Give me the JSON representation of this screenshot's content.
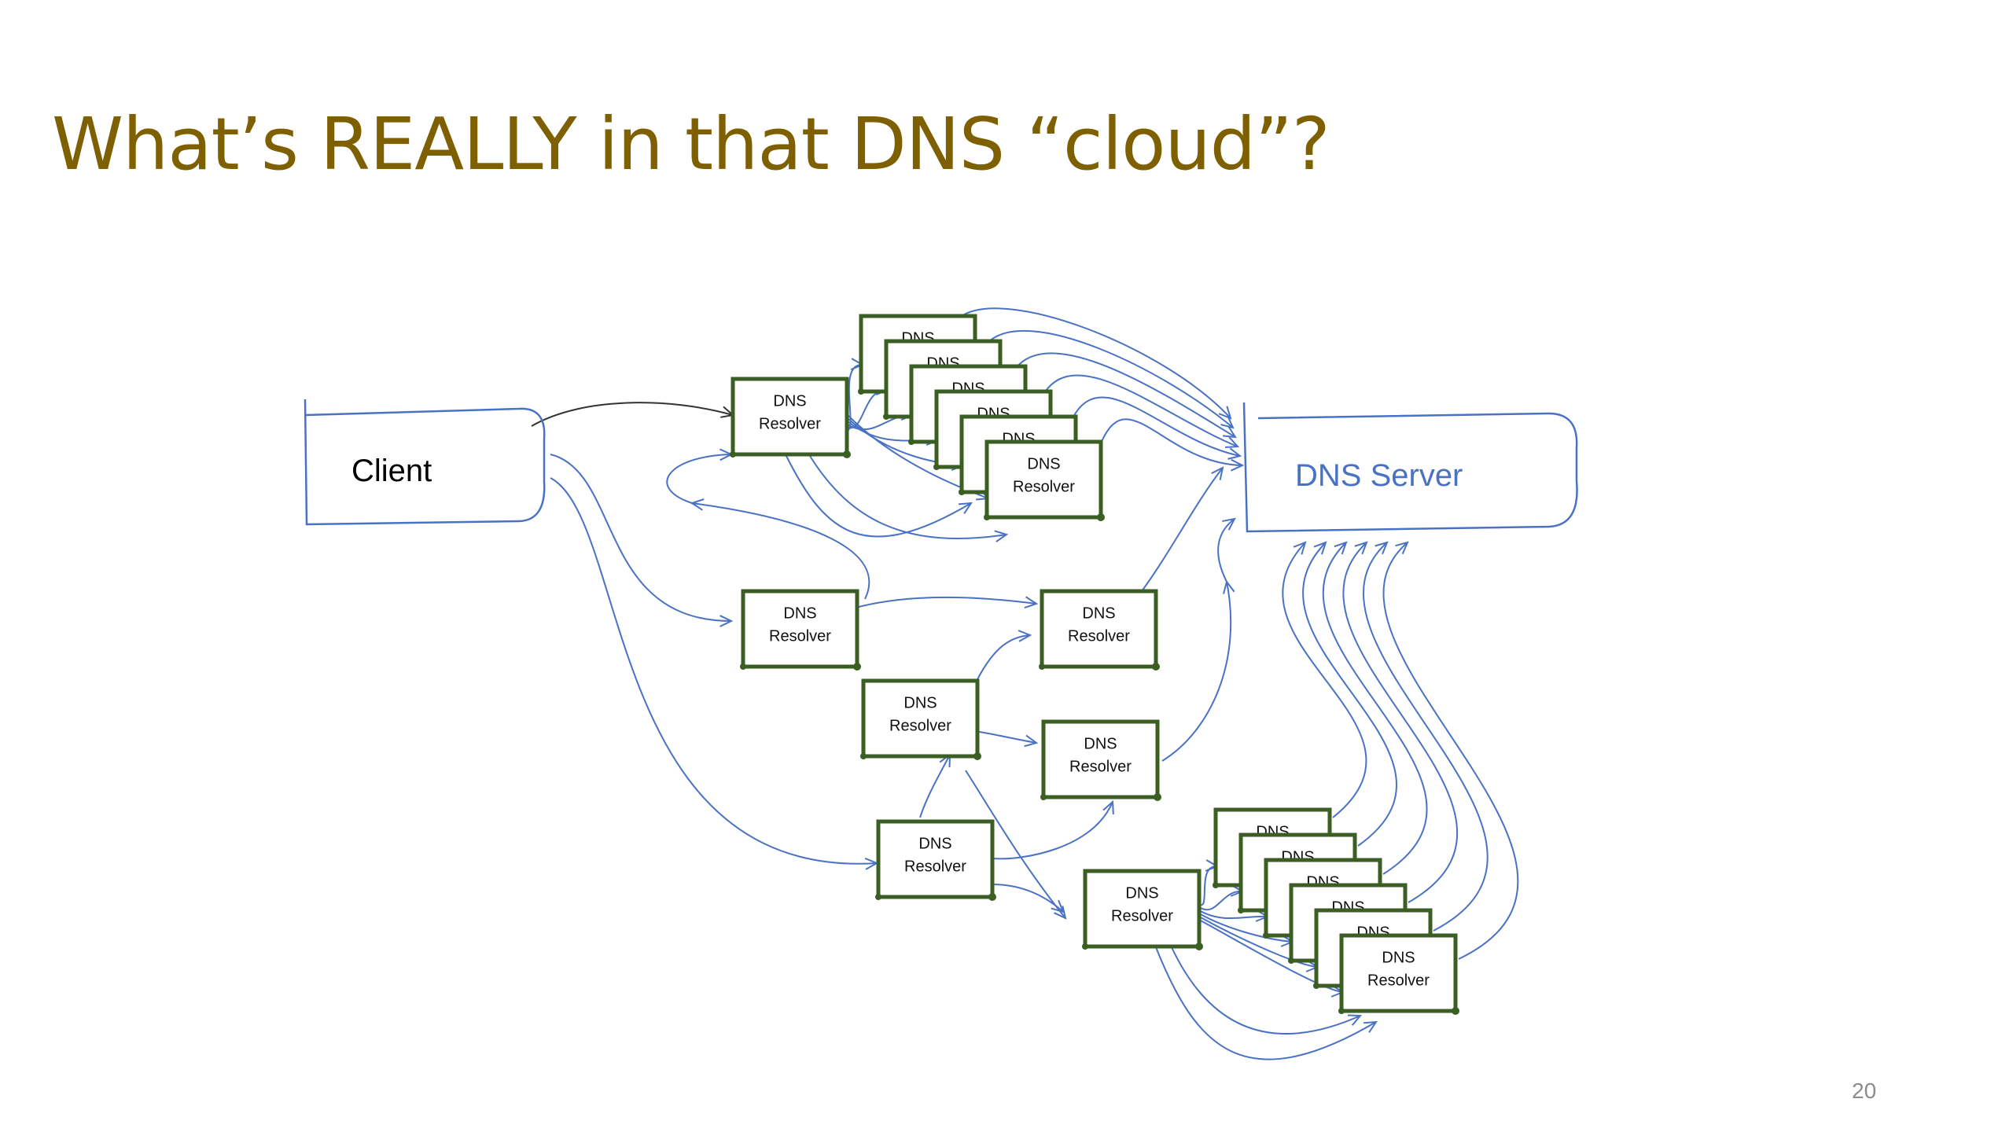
{
  "slide": {
    "title": "What’s REALLY in that DNS “cloud”?",
    "page_number": "20"
  },
  "diagram": {
    "client_label": "Client",
    "server_label": "DNS Server",
    "resolver_line1": "DNS",
    "resolver_line2": "Resolver"
  },
  "colors": {
    "title": "#7f6000",
    "arrows": "#4a72c4",
    "resolver_border": "#3b5e22",
    "server_text": "#4a72c4"
  }
}
